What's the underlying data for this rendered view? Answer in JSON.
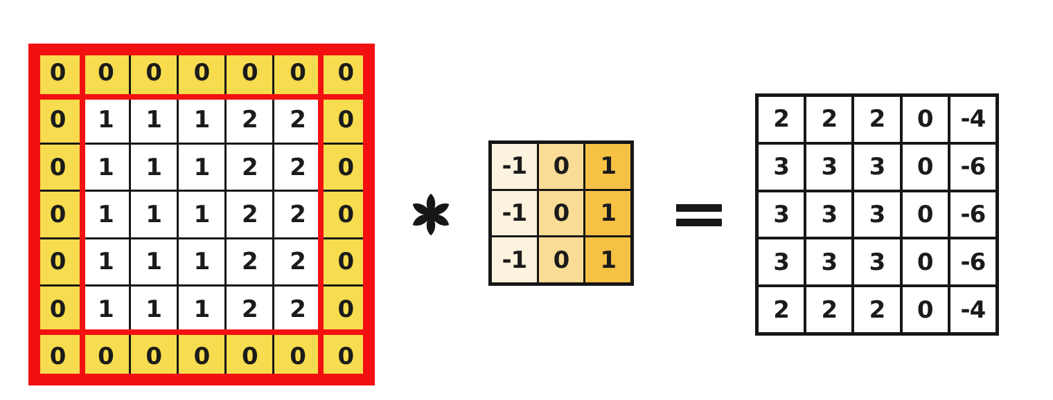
{
  "colors": {
    "padding-yellow": "#F6DC4E",
    "outline-red": "#F31010",
    "line-black": "#161616",
    "cell-white": "#FFFFFF"
  },
  "input_matrix": {
    "values": [
      [
        0,
        0,
        0,
        0,
        0,
        0,
        0
      ],
      [
        0,
        1,
        1,
        1,
        2,
        2,
        0
      ],
      [
        0,
        1,
        1,
        1,
        2,
        2,
        0
      ],
      [
        0,
        1,
        1,
        1,
        2,
        2,
        0
      ],
      [
        0,
        1,
        1,
        1,
        2,
        2,
        0
      ],
      [
        0,
        1,
        1,
        1,
        2,
        2,
        0
      ],
      [
        0,
        0,
        0,
        0,
        0,
        0,
        0
      ]
    ]
  },
  "operators": {
    "convolution": "*",
    "equals": "="
  },
  "kernel": {
    "values": [
      [
        -1,
        0,
        1
      ],
      [
        -1,
        0,
        1
      ],
      [
        -1,
        0,
        1
      ]
    ],
    "column_colors": [
      "#FCF3DE",
      "#FBDC96",
      "#F6C144"
    ]
  },
  "output_matrix": {
    "values": [
      [
        2,
        2,
        2,
        0,
        -4
      ],
      [
        3,
        3,
        3,
        0,
        -6
      ],
      [
        3,
        3,
        3,
        0,
        -6
      ],
      [
        3,
        3,
        3,
        0,
        -6
      ],
      [
        2,
        2,
        2,
        0,
        -4
      ]
    ]
  }
}
